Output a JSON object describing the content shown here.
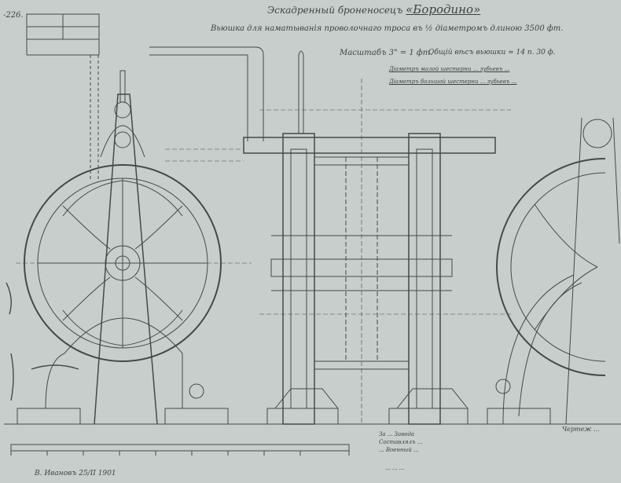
{
  "sheet_number": "-226.",
  "header": {
    "ship_prefix": "Эскадренный броненосецъ",
    "ship_name": "«Бородино»",
    "title": "Вьюшка для наматыванія проволочнаго троса въ ½ діаметромъ длиною 3500 фт.",
    "scale": "Масштабъ 3\" = 1 фт.",
    "weight": "Общій вѣсъ вьюшки ≈ 14 п. 30 ф."
  },
  "notes": [
    "Діаметръ малой шестерни ... зубьевъ ...",
    "Діаметръ большой шестерни ... зубьевъ ..."
  ],
  "approval": {
    "text": "За ... Завода\nСоставлялъ ...\n... Военный ...",
    "second": "... ... ..."
  },
  "corner_label": "Чертеж ...",
  "signoff": "В. Ивановъ 25/II 1901"
}
